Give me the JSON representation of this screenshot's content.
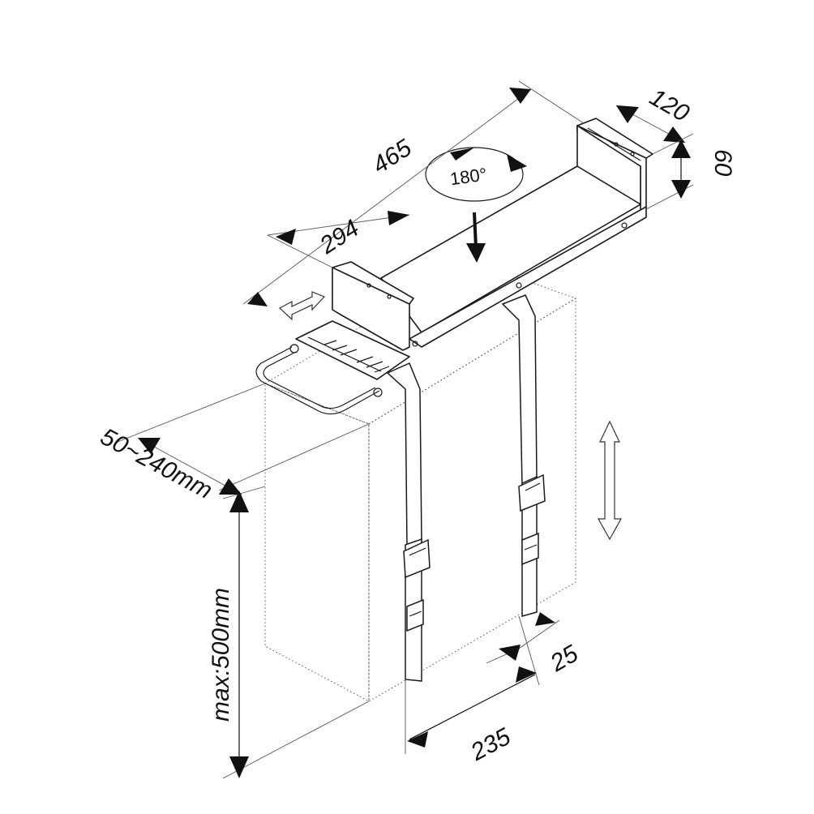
{
  "dimensions": {
    "width_total": "465",
    "width_shelf": "294",
    "depth": "120",
    "height_bracket": "60",
    "pc_width_range": "50~240mm",
    "pc_height_max": "max:500mm",
    "pc_depth": "235",
    "strap_width": "25"
  },
  "rotation": {
    "label": "180°"
  },
  "colors": {
    "line": "#1a1a1a",
    "arrow": "#111111",
    "background": "#ffffff"
  }
}
